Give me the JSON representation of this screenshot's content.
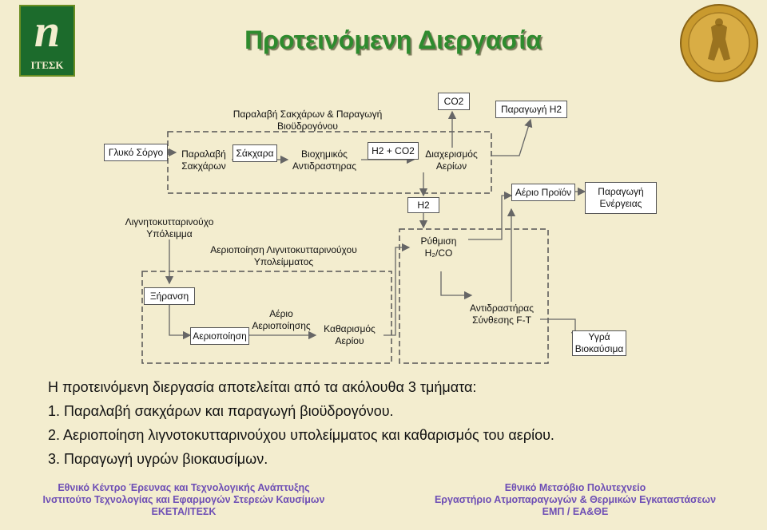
{
  "slide": {
    "title": "Προτεινόμενη Διεργασία",
    "logo_text": "ΙΤΕΣΚ",
    "logo_letter": "n"
  },
  "diagram": {
    "section1_label": "Παραλαβή Σακχάρων & Παραγωγή\nΒιοϋδρογόνου",
    "section2_label": "Αεριοποίηση Λιγνιτοκυτταρινούχου\nΥπολείμματος",
    "glyko": "Γλυκό Σόργο",
    "paralavi": "Παραλαβή\nΣακχάρων",
    "sakchara": "Σάκχαρα",
    "biochemical": "Βιοχημικός\nΑντιδραστηρας",
    "h2co2": "H2 + CO2",
    "diachorismos": "Διαχερισμός\nΑερίων",
    "co2": "CO2",
    "paragogi_h2": "Παραγωγή H2",
    "h2": "H2",
    "aerio_proion": "Αέριο Προϊόν",
    "paragogi_energeias": "Παραγωγή\nΕνέργειας",
    "lignin_residue": "Λιγνητοκυτταρινούχο\nΥπόλειμμα",
    "rythmisi": "Ρύθμιση\nH₂/CO",
    "xiransi": "Ξήρανση",
    "aeriopoiisi": "Αεριοποίηση",
    "aerio_aeriopoiisis": "Αέριο\nΑεριοποίησης",
    "katharismos": "Καθαρισμός\nΑερίου",
    "antidrastiras_ft": "Αντιδραστήρας\nΣύνθεσης F-T",
    "ygra": "Υγρά\nΒιοκαύσιμα"
  },
  "bullets": {
    "intro": "Η προτεινόμενη διεργασία αποτελείται από τα ακόλουθα 3 τμήματα:",
    "item1": "1.  Παραλαβή σακχάρων και παραγωγή βιοϋδρογόνου.",
    "item2": "2.  Αεριοποίηση λιγνοτοκυτταρινούχου υπολείμματος και καθαρισμός του αερίου.",
    "item3": "3.  Παραγωγή υγρών βιοκαυσίμων."
  },
  "footer": {
    "left_line1": "Εθνικό Κέντρο Έρευνας και Τεχνολογικής Ανάπτυξης",
    "left_line2": "Ινστιτούτο Τεχνολογίας και Εφαρμογών Στερεών Καυσίμων",
    "left_line3": "ΕΚΕΤΑ/ΙΤΕΣΚ",
    "right_line1": "Εθνικό Μετσόβιο Πολυτεχνείο",
    "right_line2": "Εργαστήριο Ατμοπαραγωγών & Θερμικών Εγκαταστάσεων",
    "right_line3": "ΕΜΠ / ΕΑ&ΘΕ"
  },
  "colors": {
    "background": "#f3edcf",
    "title": "#2e8b2e",
    "footer": "#6e4fb5"
  }
}
